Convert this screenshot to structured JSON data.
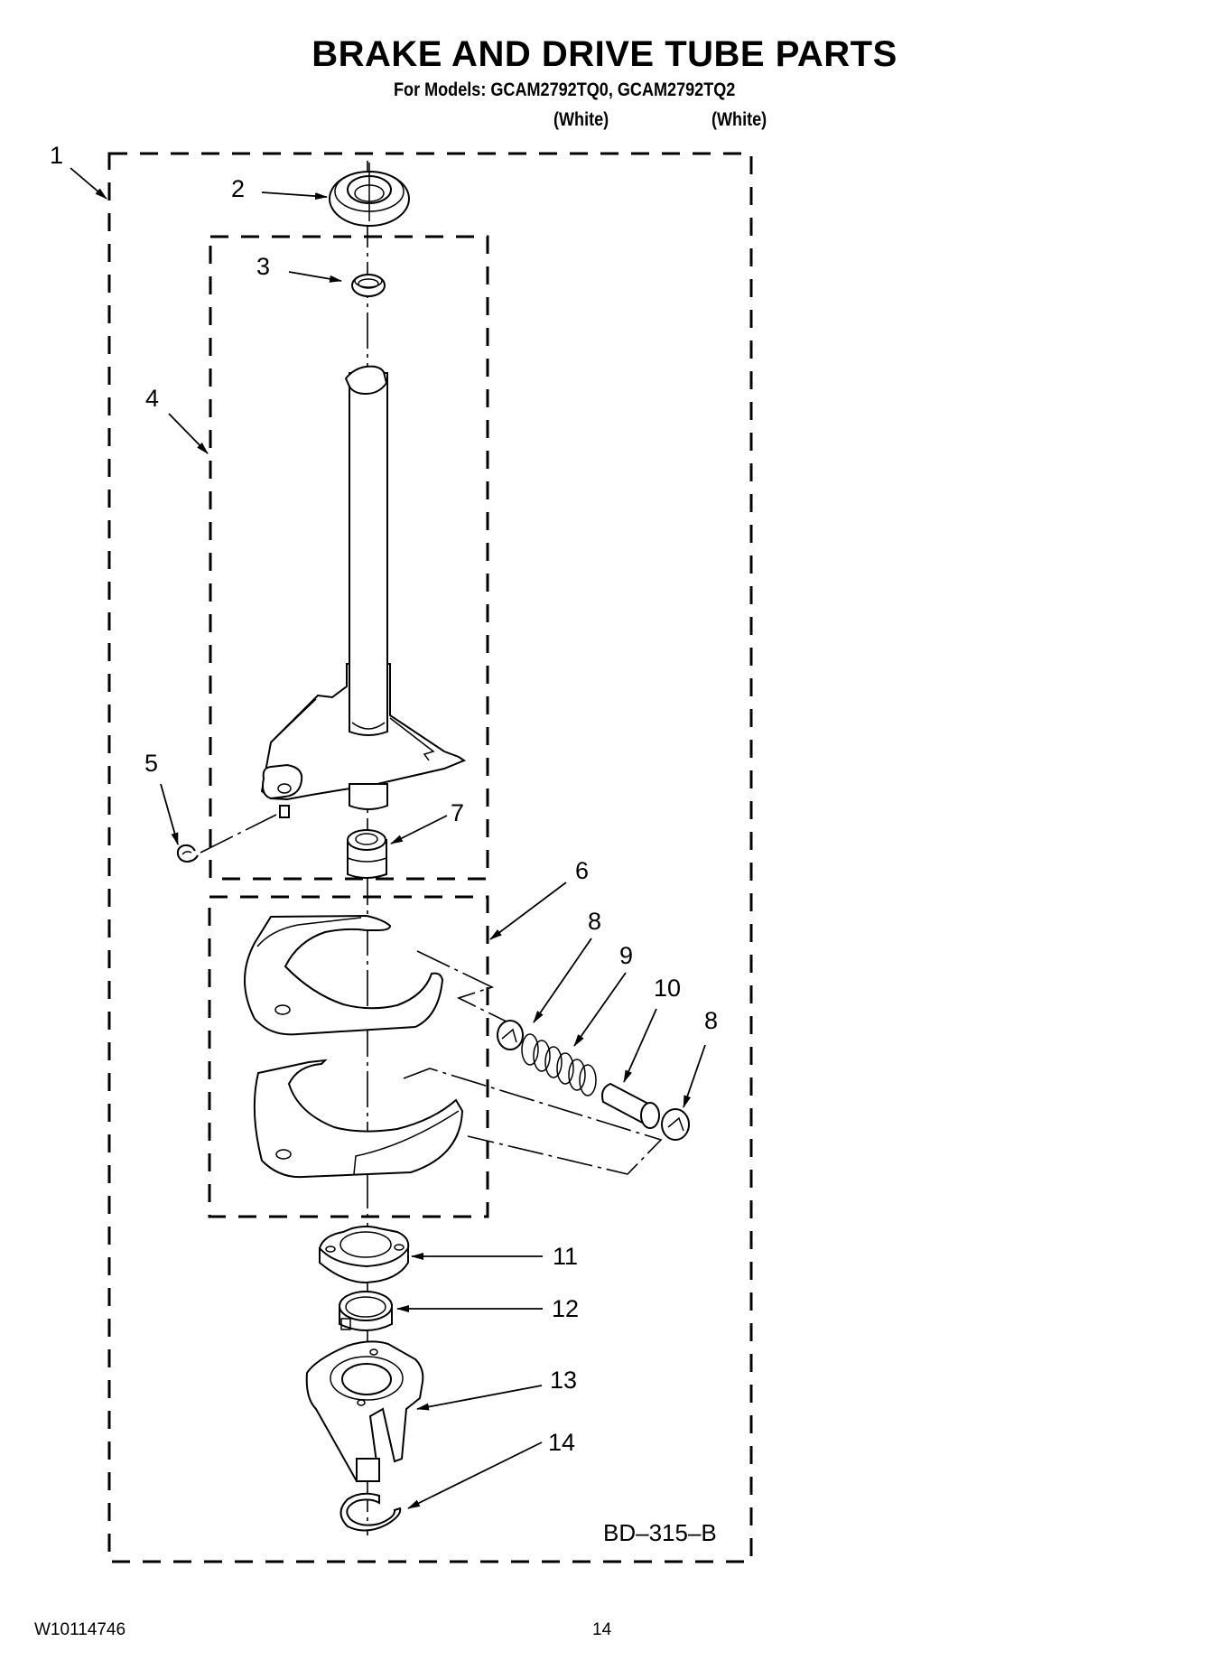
{
  "header": {
    "title": "BRAKE AND DRIVE TUBE PARTS",
    "models_line": "For Models: GCAM2792TQ0, GCAM2792TQ2",
    "model_colors": [
      "(White)",
      "(White)"
    ]
  },
  "diagram": {
    "code": "BD–315–B",
    "callouts": [
      {
        "number": "1",
        "part": "assembly-outer"
      },
      {
        "number": "2",
        "part": "seal"
      },
      {
        "number": "3",
        "part": "bearing-ring"
      },
      {
        "number": "4",
        "part": "drive-tube-assembly"
      },
      {
        "number": "5",
        "part": "e-clip"
      },
      {
        "number": "6",
        "part": "brake-assembly"
      },
      {
        "number": "7",
        "part": "bushing"
      },
      {
        "number": "8",
        "part": "washer-left"
      },
      {
        "number": "9",
        "part": "spring"
      },
      {
        "number": "10",
        "part": "pin"
      },
      {
        "number": "8",
        "part": "washer-right"
      },
      {
        "number": "11",
        "part": "bearing-plate"
      },
      {
        "number": "12",
        "part": "clutch-ring"
      },
      {
        "number": "13",
        "part": "cam"
      },
      {
        "number": "14",
        "part": "retaining-ring"
      }
    ]
  },
  "footer": {
    "doc_number": "W10114746",
    "page_number": "14"
  }
}
